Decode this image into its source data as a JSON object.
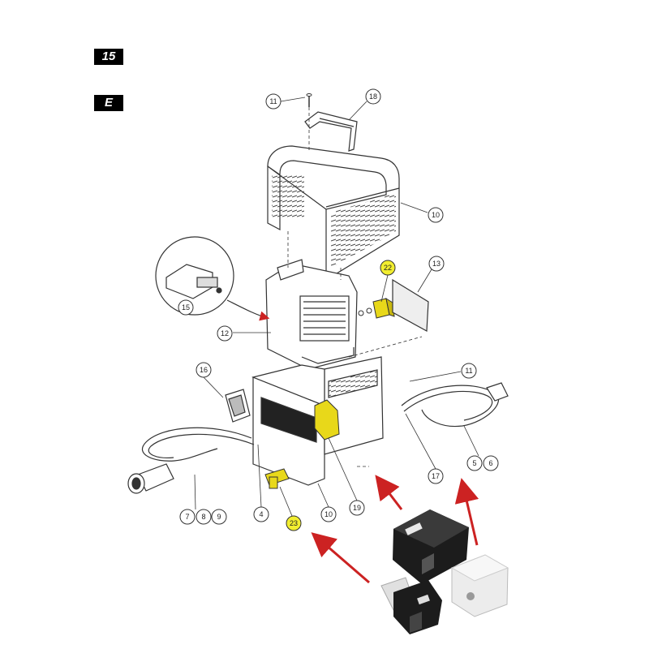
{
  "page_tag": "15",
  "section_tag": "E",
  "colors": {
    "line": "#333333",
    "highlight": "#f2ee30",
    "arrow": "#cc2222",
    "part_yellow": "#e8d81a",
    "photo_dark": "#1c1c1c",
    "photo_light": "#ececec"
  },
  "callouts": {
    "c11a": "11",
    "c18": "18",
    "c10a": "10",
    "c13": "13",
    "c22": "22",
    "c15": "15",
    "c12": "12",
    "c11b": "11",
    "c16": "16",
    "c17": "17",
    "c5": "5",
    "c6": "6",
    "c7": "7",
    "c8": "8",
    "c9": "9",
    "c4": "4",
    "c23": "23",
    "c10b": "10",
    "c19": "19"
  }
}
